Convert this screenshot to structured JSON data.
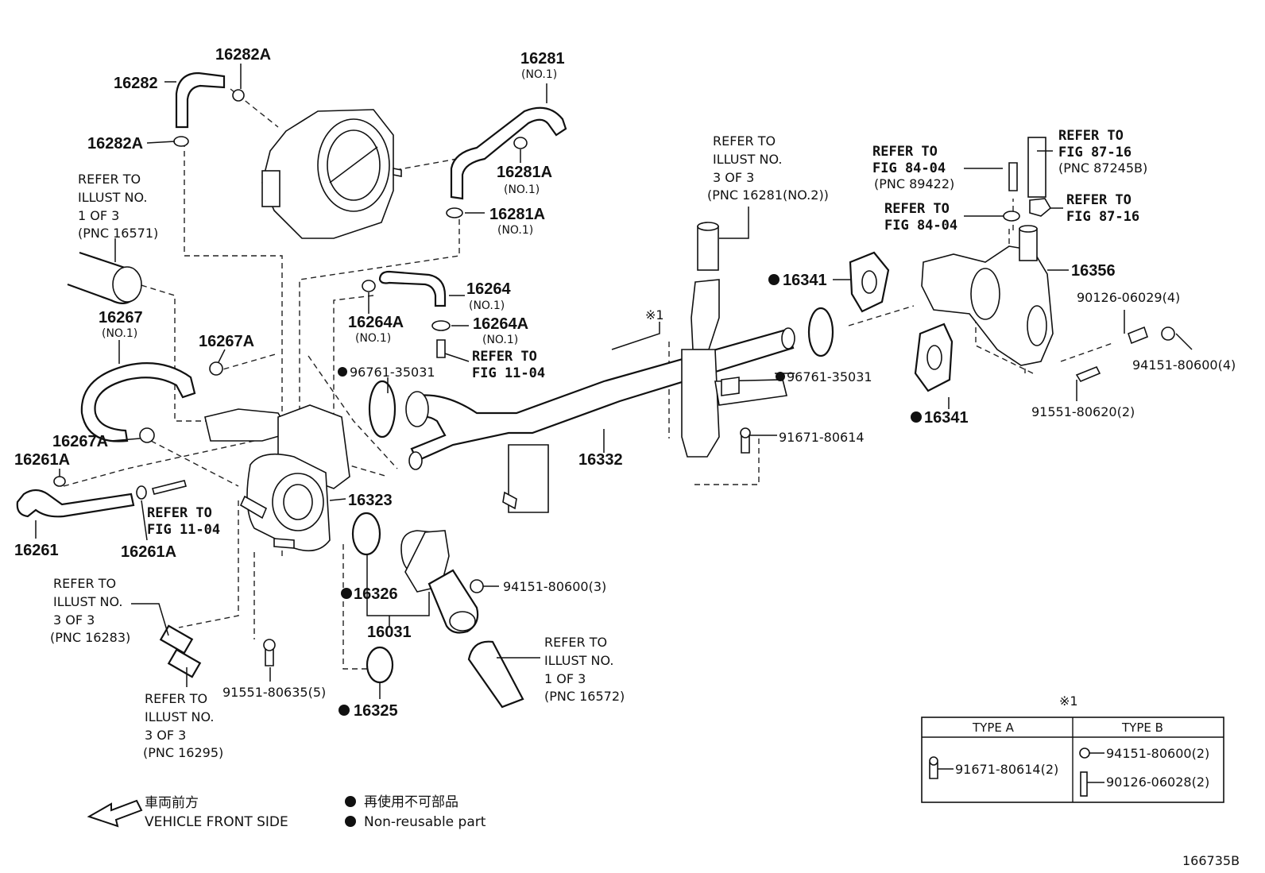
{
  "parts": {
    "p16282": "16282",
    "p16282A_top": "16282A",
    "p16282A_left": "16282A",
    "p16281": "16281",
    "p16281_no1": "(NO.1)",
    "p16281A_a": "16281A",
    "p16281A_a_no1": "(NO.1)",
    "p16281A_b": "16281A",
    "p16281A_b_no1": "(NO.1)",
    "p16264": "16264",
    "p16264_no1": "(NO.1)",
    "p16264A_a": "16264A",
    "p16264A_a_no1": "(NO.1)",
    "p16264A_b": "16264A",
    "p16264A_b_no1": "(NO.1)",
    "p16267": "16267",
    "p16267_no1": "(NO.1)",
    "p16267A_a": "16267A",
    "p16267A_b": "16267A",
    "p16261A_a": "16261A",
    "p16261": "16261",
    "p16261A_b": "16261A",
    "p16323": "16323",
    "p16326": "16326",
    "p16031": "16031",
    "p16325": "16325",
    "p16332": "16332",
    "p16341_a": "16341",
    "p16341_b": "16341",
    "p16356": "16356",
    "p96761_a": "96761-35031",
    "p96761_b": "96761-35031",
    "p91671": "91671-80614",
    "p94151_3": "94151-80600(3)",
    "p91551_5": "91551-80635(5)",
    "p90126_4": "90126-06029(4)",
    "p94151_4": "94151-80600(4)",
    "p91551_2": "91551-80620(2)",
    "note_mark": "※1"
  },
  "refs": {
    "r16571": [
      "REFER TO",
      "ILLUST NO.",
      "1 OF 3",
      "(PNC 16571)"
    ],
    "r16281_no2": [
      "REFER TO",
      "ILLUST NO.",
      "3 OF 3",
      "(PNC 16281(NO.2))"
    ],
    "r89422": [
      "REFER TO",
      "FIG 84-04",
      "(PNC 89422)"
    ],
    "r8404": [
      "REFER TO",
      "FIG 84-04"
    ],
    "r87245B": [
      "REFER TO",
      "FIG 87-16",
      "(PNC 87245B)"
    ],
    "r8716": [
      "REFER TO",
      "FIG 87-16"
    ],
    "r1104_a": [
      "REFER TO",
      "FIG 11-04"
    ],
    "r1104_b": [
      "REFER TO",
      "FIG 11-04"
    ],
    "r16283": [
      "REFER TO",
      "ILLUST NO.",
      "3 OF 3",
      "(PNC 16283)"
    ],
    "r16295": [
      "REFER TO",
      "ILLUST NO.",
      "3 OF 3",
      "(PNC 16295)"
    ],
    "r16572": [
      "REFER TO",
      "ILLUST NO.",
      "1 OF 3",
      "(PNC 16572)"
    ]
  },
  "type_table": {
    "mark": "※1",
    "type_a": "TYPE A",
    "type_b": "TYPE B",
    "a_part": "91671-80614(2)",
    "b_part1": "94151-80600(2)",
    "b_part2": "90126-06028(2)"
  },
  "legend": {
    "front_jp": "車両前方",
    "front_en": "VEHICLE FRONT SIDE",
    "nonreuse_jp": "再使用不可部品",
    "nonreuse_en": "Non-reusable part"
  },
  "illustration_code": "166735B"
}
